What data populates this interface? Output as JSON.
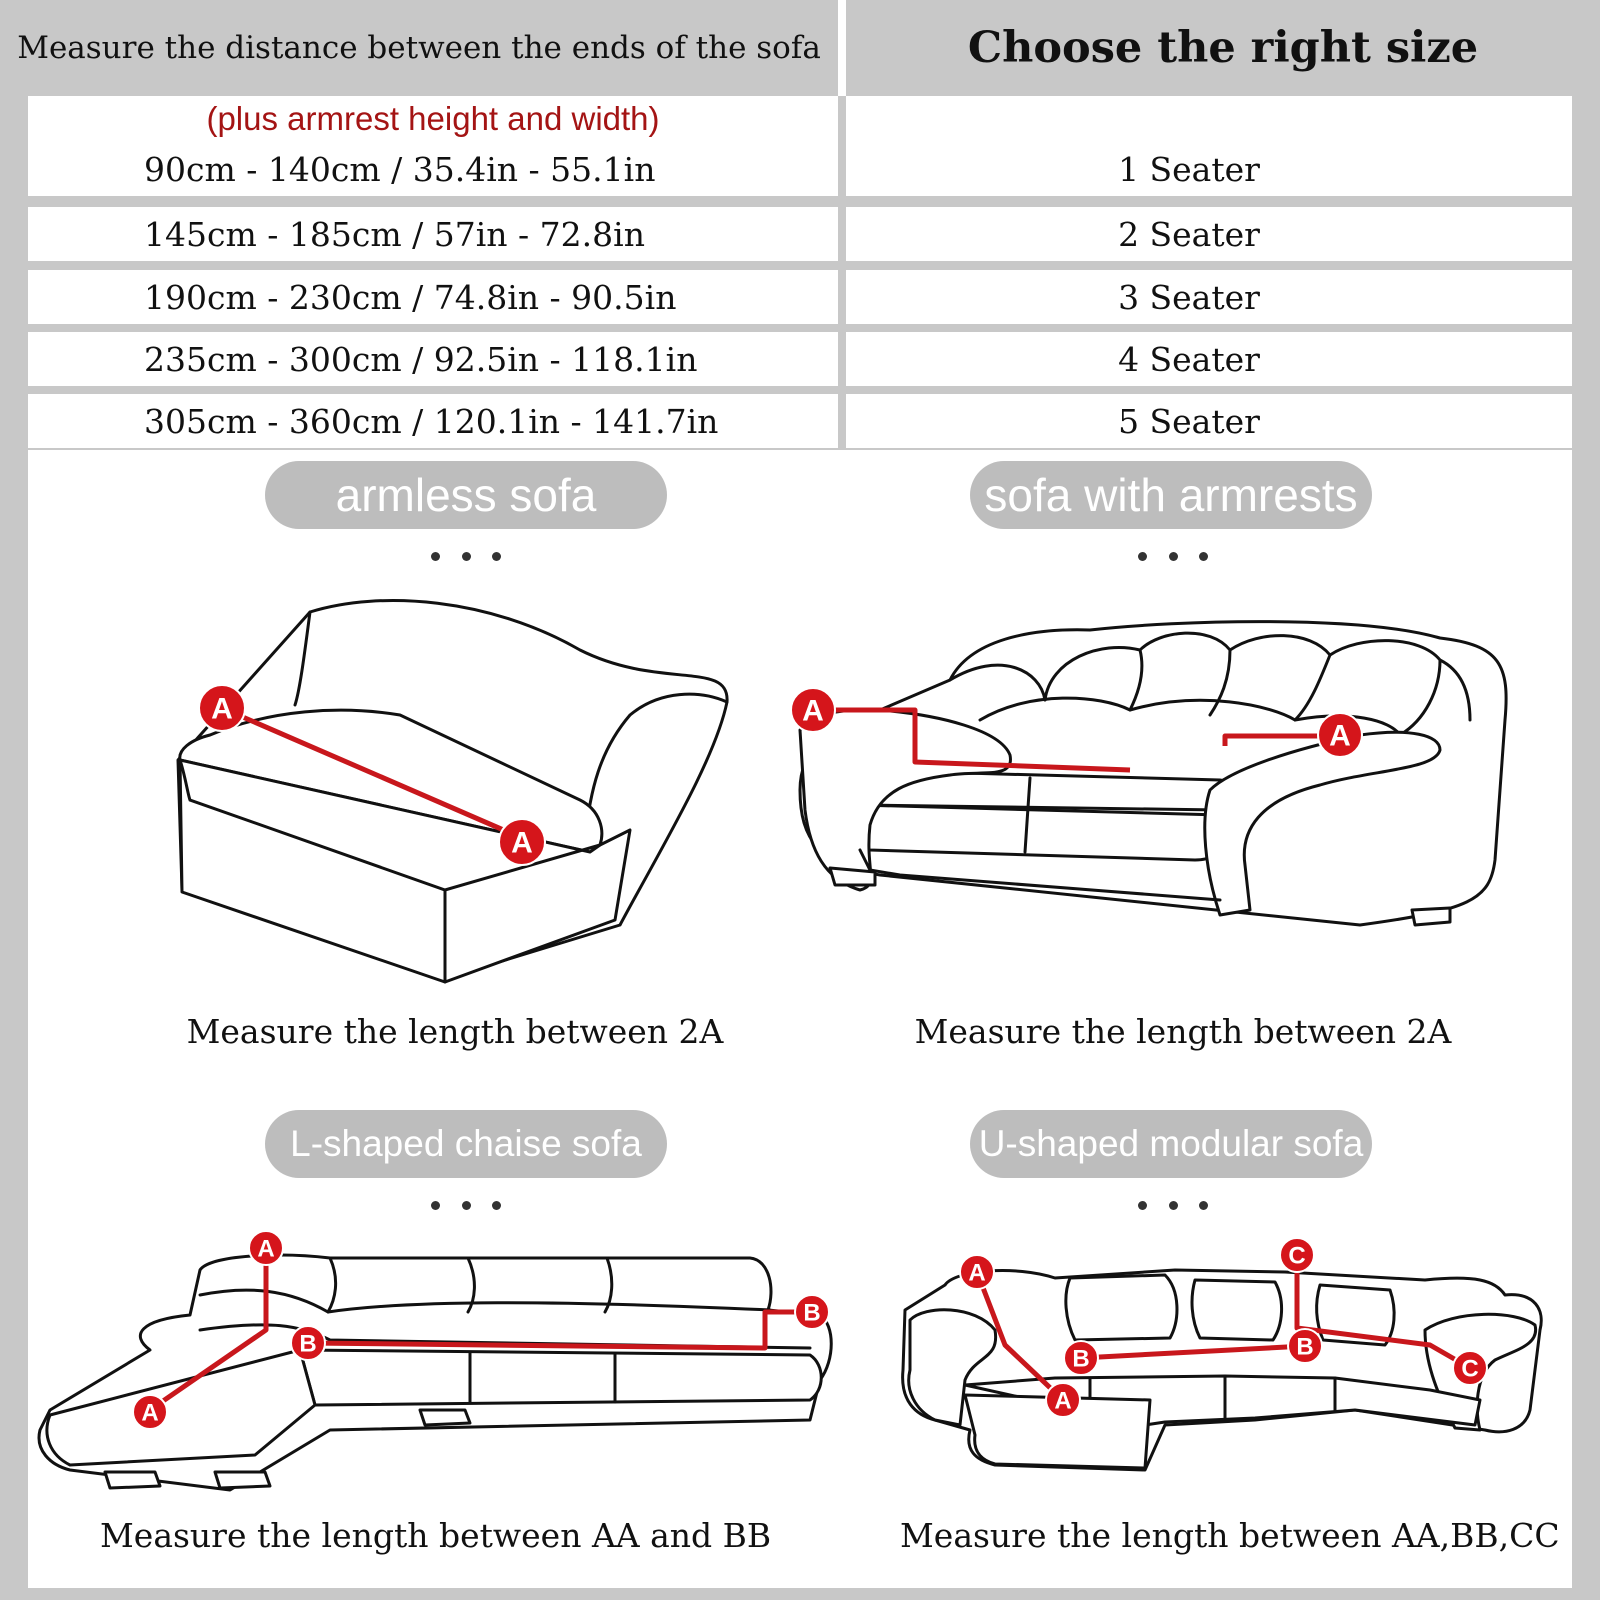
{
  "table": {
    "header_left": "Measure the distance between the ends of the sofa",
    "header_right": "Choose the right size",
    "note": "(plus armrest height and width)",
    "rows": [
      {
        "range": "90cm - 140cm / 35.4in - 55.1in",
        "size": "1 Seater"
      },
      {
        "range": "145cm - 185cm / 57in - 72.8in",
        "size": "2 Seater"
      },
      {
        "range": "190cm - 230cm / 74.8in - 90.5in",
        "size": "3 Seater"
      },
      {
        "range": "235cm - 300cm / 92.5in - 118.1in",
        "size": "4 Seater"
      },
      {
        "range": "305cm - 360cm / 120.1in - 141.7in",
        "size": "5 Seater"
      }
    ]
  },
  "panels": [
    {
      "title": "armless sofa",
      "caption": "Measure the length between 2A",
      "markers": [
        "A",
        "A"
      ]
    },
    {
      "title": "sofa with armrests",
      "caption": "Measure the length between 2A",
      "markers": [
        "A",
        "A"
      ]
    },
    {
      "title": "L-shaped chaise sofa",
      "caption": "Measure the length between AA and BB",
      "markers": [
        "A",
        "A",
        "B",
        "B"
      ]
    },
    {
      "title": "U-shaped modular sofa",
      "caption": "Measure the length between AA,BB,CC",
      "markers": [
        "A",
        "A",
        "B",
        "B",
        "C",
        "C"
      ]
    }
  ],
  "colors": {
    "accent": "#c8171c",
    "note_text": "#a41414",
    "pill": "#bdbdbd",
    "background": "#c8c8c8"
  }
}
